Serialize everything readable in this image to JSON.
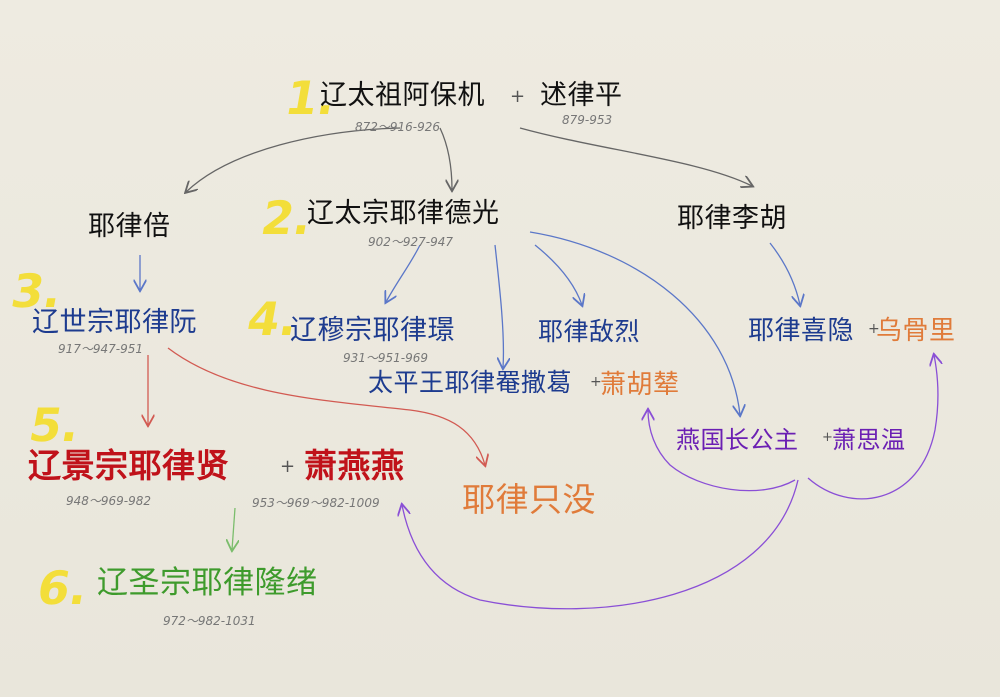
{
  "colors": {
    "number": "#f3de3a",
    "black": "#111111",
    "blue": "#1d3b8f",
    "red": "#c0121a",
    "orange": "#e07b3a",
    "green": "#3e9b2c",
    "purple": "#6b1fb3",
    "gray_arrow": "#666666",
    "blue_arrow": "#5b77c8",
    "red_arrow": "#d25a52",
    "purple_arrow": "#8a4fd6",
    "green_arrow": "#7bbd6c"
  },
  "numbers": [
    "1.",
    "2.",
    "3.",
    "4.",
    "5.",
    "6."
  ],
  "people": {
    "taizu": {
      "name": "辽太祖阿保机",
      "dates": "872～916-926"
    },
    "shulvping": {
      "name": "述律平",
      "dates": "879-953"
    },
    "beipei": {
      "name": "耶律倍"
    },
    "taizong": {
      "name": "辽太宗耶律德光",
      "dates": "902～927-947"
    },
    "lihu": {
      "name": "耶律李胡"
    },
    "shizong": {
      "name": "辽世宗耶律阮",
      "dates": "917～947-951"
    },
    "muzong": {
      "name": "辽穆宗耶律璟",
      "dates": "931～951-969"
    },
    "dilie": {
      "name": "耶律敌烈"
    },
    "xiyin": {
      "name": "耶律喜隐"
    },
    "wuguli": {
      "name": "乌骨里"
    },
    "taipingwang": {
      "name": "太平王耶律罨撒葛"
    },
    "xiaohunian": {
      "name": "萧胡辇"
    },
    "yanguo": {
      "name": "燕国长公主"
    },
    "xiaosiwen": {
      "name": "萧思温"
    },
    "jingzong": {
      "name": "辽景宗耶律贤",
      "dates": "948～969-982"
    },
    "xiaoyanyan": {
      "name": "萧燕燕",
      "dates": "953～969～982-1009"
    },
    "zhimo": {
      "name": "耶律只没"
    },
    "shengzong": {
      "name": "辽圣宗耶律隆绪",
      "dates": "972～982-1031"
    }
  },
  "plus_sign": "+"
}
